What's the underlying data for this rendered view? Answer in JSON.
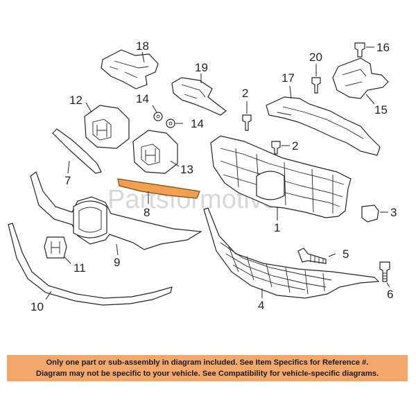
{
  "watermark": "Partsformotive.com",
  "highlight_color": "#f0a050",
  "banner": {
    "background": "#f3a76a",
    "line1": "Only one part or sub-assembly in diagram included. See Item Specifics for Reference #.",
    "line2": "Diagram may not be specific to your vehicle. See Compatibility for vehicle-specific diagrams."
  },
  "callouts": {
    "c1": "1",
    "c2a": "2",
    "c2b": "2",
    "c3": "3",
    "c4": "4",
    "c5": "5",
    "c6": "6",
    "c7": "7",
    "c8": "8",
    "c9": "9",
    "c10": "10",
    "c11": "11",
    "c12": "12",
    "c13": "13",
    "c14a": "14",
    "c14b": "14",
    "c15": "15",
    "c16": "16",
    "c17": "17",
    "c18": "18",
    "c19": "19",
    "c20": "20"
  }
}
